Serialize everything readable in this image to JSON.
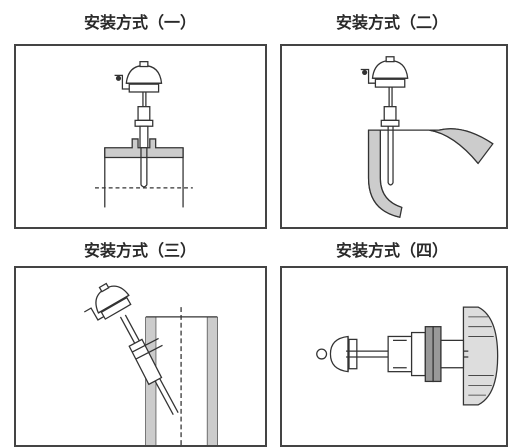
{
  "titles": {
    "method1": "安装方式（一）",
    "method2": "安装方式（二）",
    "method3": "安装方式（三）",
    "method4": "安装方式（四）"
  },
  "colors": {
    "line": "#333333",
    "frame": "#444444",
    "background": "#ffffff"
  }
}
